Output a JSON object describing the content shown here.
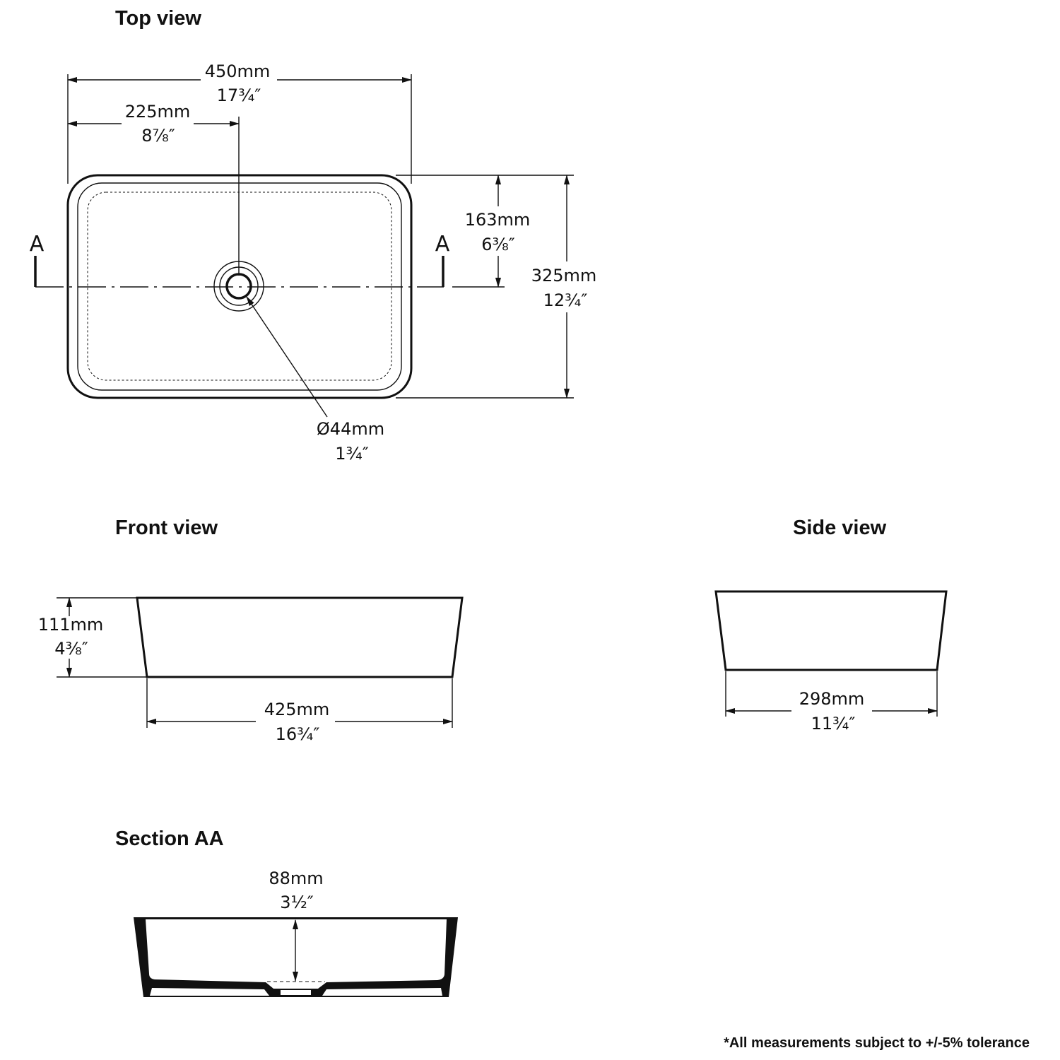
{
  "headings": {
    "top_view": "Top view",
    "front_view": "Front view",
    "side_view": "Side view",
    "section": "Section AA"
  },
  "top_view": {
    "width_mm": "450mm",
    "width_in": "17¾″",
    "half_width_mm": "225mm",
    "half_width_in": "8⅞″",
    "half_depth_mm": "163mm",
    "half_depth_in": "6⅜″",
    "depth_mm": "325mm",
    "depth_in": "12¾″",
    "drain_mm": "Ø44mm",
    "drain_in": "1¾″",
    "section_label_left": "A",
    "section_label_right": "A"
  },
  "front_view": {
    "height_mm": "111mm",
    "height_in": "4⅜″",
    "base_mm": "425mm",
    "base_in": "16¾″"
  },
  "side_view": {
    "base_mm": "298mm",
    "base_in": "11¾″"
  },
  "section": {
    "depth_mm": "88mm",
    "depth_in": "3½″"
  },
  "footnote": "*All measurements subject to +/-5% tolerance"
}
